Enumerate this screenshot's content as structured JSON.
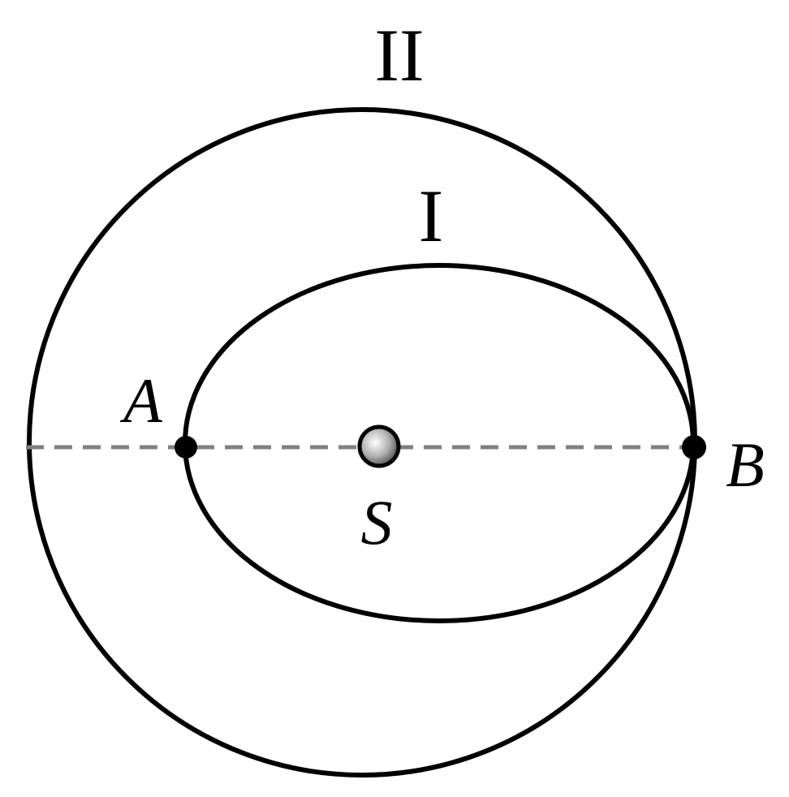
{
  "diagram": {
    "orbit_labels": {
      "outer": "II",
      "inner": "I"
    },
    "point_labels": {
      "a": "A",
      "b": "B",
      "s": "S"
    },
    "colors": {
      "stroke": "#000000",
      "dashed_axis": "#808080",
      "background": "#ffffff"
    }
  }
}
